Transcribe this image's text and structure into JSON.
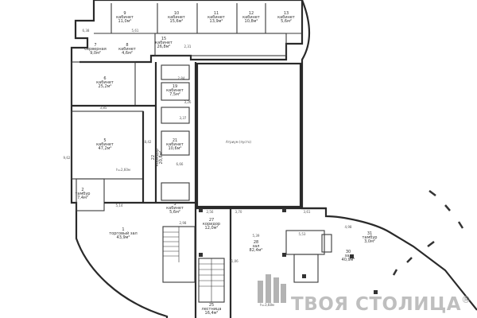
{
  "rooms": [
    {
      "num": "9",
      "name": "кабинет",
      "area": "11,0м²"
    },
    {
      "num": "10",
      "name": "кабинет",
      "area": "15,6м²"
    },
    {
      "num": "11",
      "name": "кабинет",
      "area": "13,9м²"
    },
    {
      "num": "12",
      "name": "кабинет",
      "area": "10,8м²"
    },
    {
      "num": "13",
      "name": "кабинет",
      "area": "5,6м²"
    },
    {
      "num": "8",
      "name": "кабинет",
      "area": "4,6м²"
    },
    {
      "num": "7",
      "name": "серверная",
      "area": "9,0м²"
    },
    {
      "num": "15",
      "name": "кабинет",
      "area": "26,8м²"
    },
    {
      "num": "6",
      "name": "кабинет",
      "area": "25,2м²"
    },
    {
      "num": "5",
      "name": "кабинет",
      "area": "47,2м²"
    },
    {
      "num": "19",
      "name": "кабинет",
      "area": "7,5м²"
    },
    {
      "num": "21",
      "name": "кабинет",
      "area": "10,6м²"
    },
    {
      "num": "22",
      "name": "коридор",
      "area": "20,8м²"
    },
    {
      "num": "2",
      "name": "тамбур",
      "area": "7,4м²"
    },
    {
      "num": "1",
      "name": "торговый зал",
      "area": "43,9м²"
    },
    {
      "num": "3",
      "name": "кабинет",
      "area": "5,6м²"
    },
    {
      "num": "27",
      "name": "коридор",
      "area": "12,0м²"
    },
    {
      "num": "28",
      "name": "зал",
      "area": "82,4м²"
    },
    {
      "num": "30",
      "name": "зал",
      "area": "40,9м²"
    },
    {
      "num": "31",
      "name": "тамбур",
      "area": "3,0м²"
    },
    {
      "num": "25",
      "name": "лестница",
      "area": "16,4м²"
    }
  ],
  "labels": {
    "atrium": "Атриум (пусто)",
    "height": "h=2,60м",
    "height_hall": "h=3,68м"
  },
  "dimensions": [
    "6,38",
    "5,61",
    "9,62",
    "3,85",
    "8,42",
    "5,14",
    "2,98",
    "3,70",
    "5,39",
    "4,98",
    "3,61",
    "2,56",
    "11,06",
    "6,66",
    "3,37",
    "2,84",
    "3,26",
    "5,53",
    "2,31"
  ],
  "watermark": {
    "text": "ТВОЯ СТОЛИЦА",
    "registered": "®"
  }
}
